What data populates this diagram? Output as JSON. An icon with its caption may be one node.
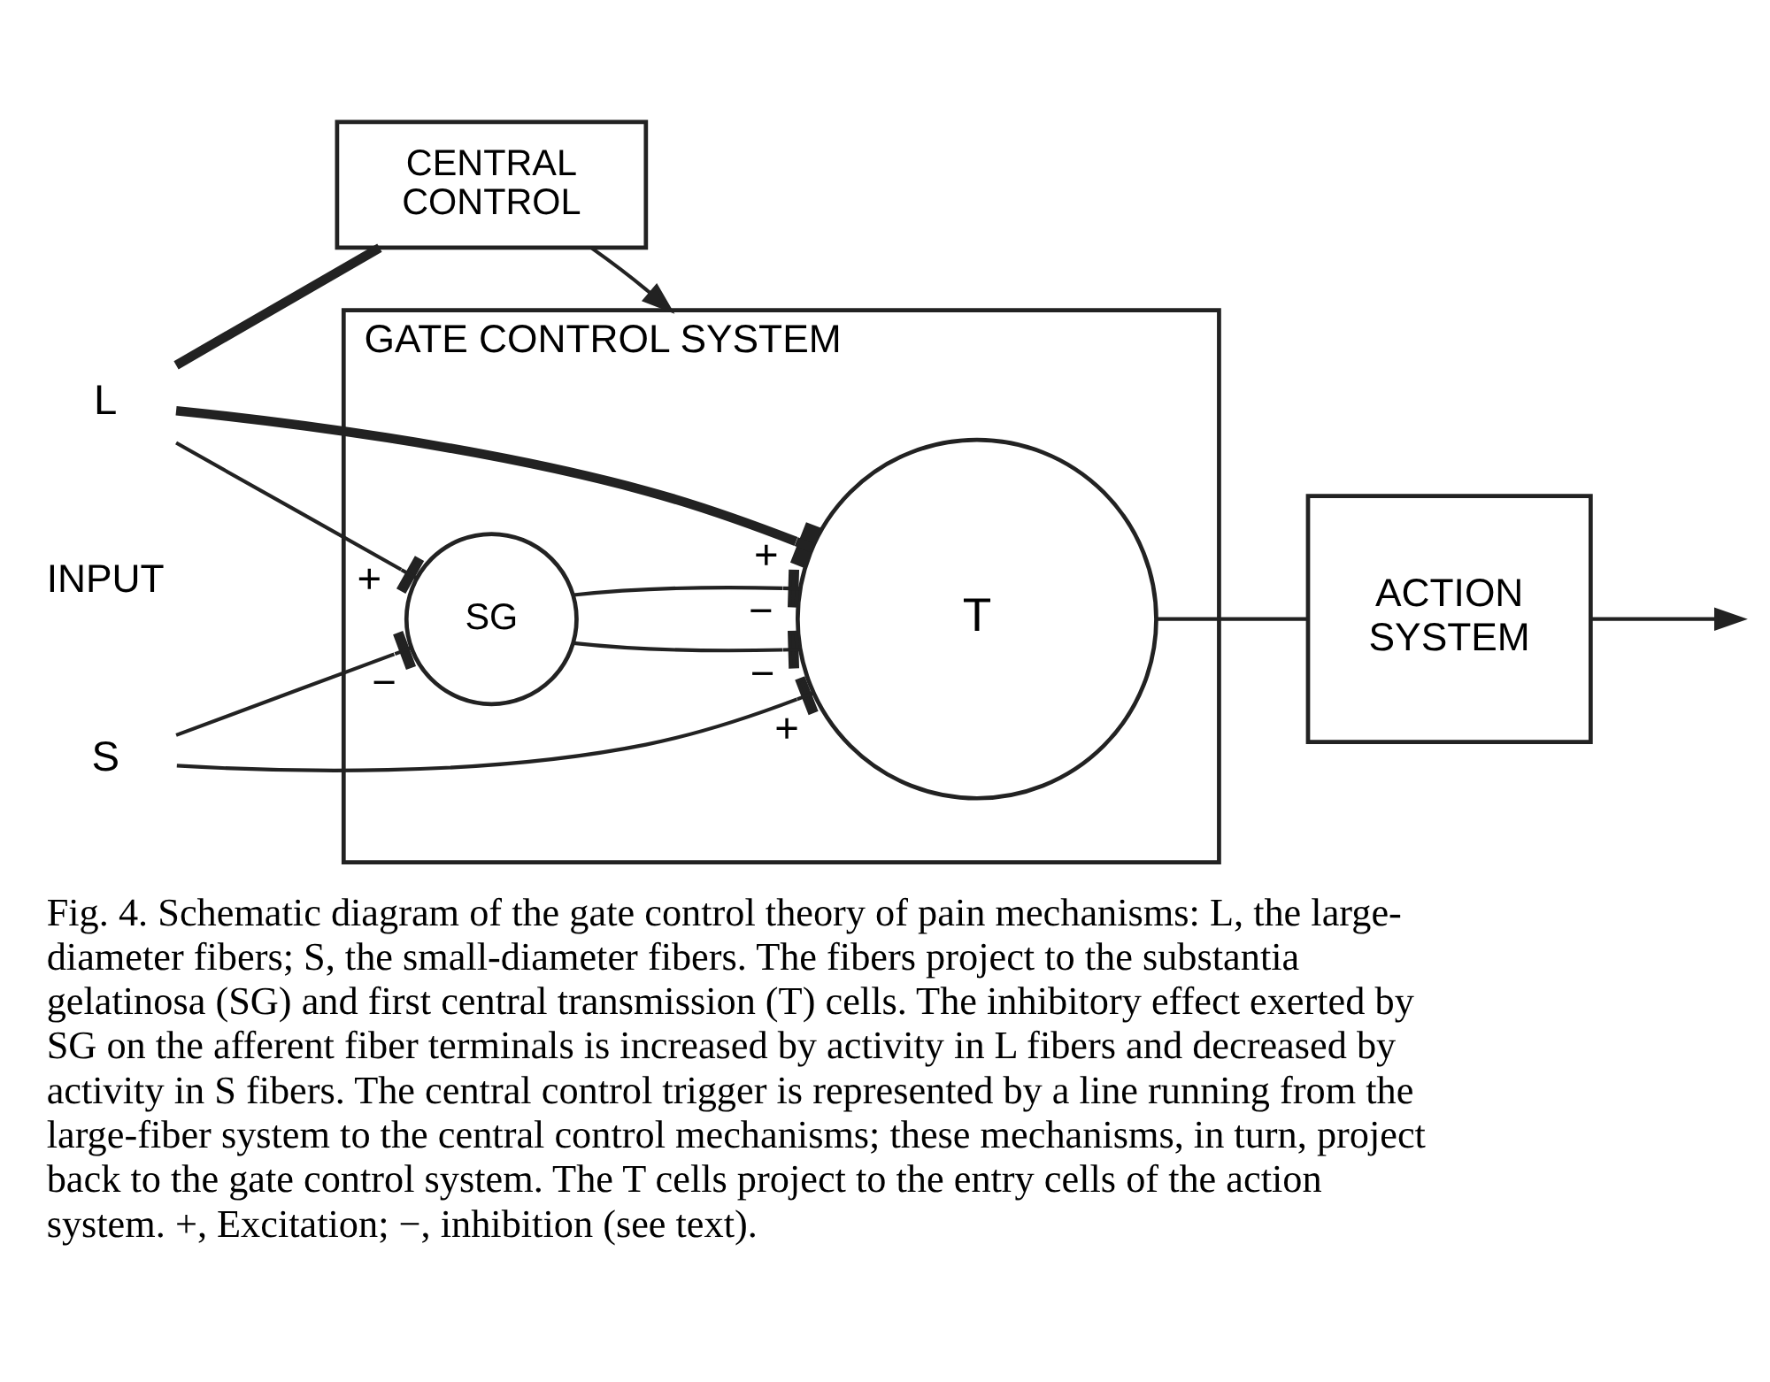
{
  "diagram": {
    "caption": "Fig. 4. Schematic diagram of the gate control theory of pain mechanisms: L, the large-diameter fibers; S, the small-diameter fibers. The fibers project to the substantia gelatinosa (SG) and first central transmission (T) cells. The inhibitory effect exerted by SG on the afferent fiber terminals is increased by activity in L fibers and decreased by activity in S fibers. The central control trigger is represented by a line running from the large-fiber system to the central control mechanisms; these mechanisms, in turn, project back to the gate control system. The T cells project to the entry cells of the action system. +, Excitation; −, inhibition (see text).",
    "nodes": [
      {
        "text": [
          "CENTRAL CONTROL"
        ]
      },
      {
        "text": [
          "GATE CONTROL SYSTEM"
        ]
      },
      {
        "text": [
          "L"
        ]
      },
      {
        "text": [
          "SG"
        ],
        "in": 1
      },
      {
        "text": [
          "T"
        ],
        "in": 1
      },
      {
        "text": [
          "ACTION SYSTEM"
        ]
      },
      {
        "text": [
          "S"
        ]
      }
    ],
    "edges": [
      {
        "from": 2,
        "to": 0,
        "arrow": "none",
        "style": "thick"
      },
      {
        "from": 0,
        "to": 1,
        "arrow": "to"
      },
      {
        "from": 2,
        "to": 3,
        "arrow": "other",
        "label": "+"
      },
      {
        "from": 2,
        "to": 4,
        "arrow": "other",
        "label": "+",
        "style": "thick"
      },
      {
        "from": 3,
        "to": 4,
        "arrow": "other",
        "label": "−"
      },
      {
        "from": 3,
        "to": 4,
        "arrow": "other",
        "label": "−"
      },
      {
        "from": 6,
        "to": 3,
        "arrow": "other",
        "label": "−"
      },
      {
        "from": 6,
        "to": 4,
        "arrow": "other",
        "label": "+"
      },
      {
        "from": 4,
        "to": 5,
        "arrow": "none"
      },
      {
        "from": 5,
        "to": null,
        "arrow": "to"
      }
    ],
    "labels": [
      "INPUT"
    ]
  }
}
